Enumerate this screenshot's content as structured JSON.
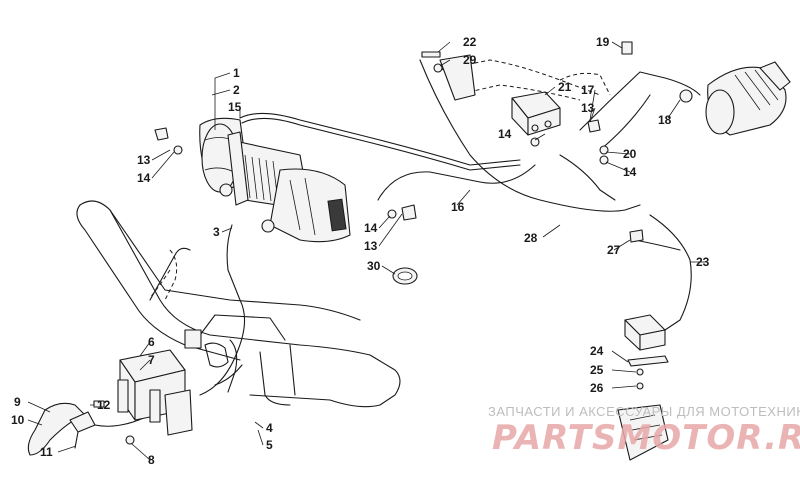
{
  "callouts": {
    "c1": "1",
    "c2": "2",
    "c3": "3",
    "c4": "4",
    "c5": "5",
    "c6": "6",
    "c7": "7",
    "c8": "8",
    "c9": "9",
    "c10": "10",
    "c11": "11",
    "c12": "12",
    "c13a": "13",
    "c13b": "13",
    "c13c": "13",
    "c14a": "14",
    "c14b": "14",
    "c14c": "14",
    "c14d": "14",
    "c15": "15",
    "c16": "16",
    "c17": "17",
    "c18": "18",
    "c19": "19",
    "c20": "20",
    "c21": "21",
    "c22": "22",
    "c23": "23",
    "c24": "24",
    "c25": "25",
    "c26": "26",
    "c27": "27",
    "c28": "28",
    "c29": "29",
    "c30": "30"
  },
  "watermark": {
    "caption": "ЗАПЧАСТИ И АКСЕССУАРЫ ДЛЯ МОТОТЕХНИКИ",
    "logo": "PARTSMOTOR.RU",
    "caption_color": "#bdbdbd",
    "logo_color": "#e8a8a8"
  }
}
